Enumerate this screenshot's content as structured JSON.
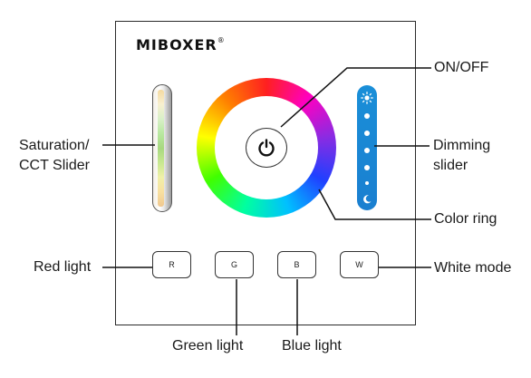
{
  "brand": {
    "name": "MIBOXER",
    "mark": "®"
  },
  "buttons": {
    "red": "R",
    "green": "G",
    "blue": "B",
    "white": "W"
  },
  "labels": {
    "saturation_line1": "Saturation/",
    "saturation_line2": "CCT Slider",
    "on_off": "ON/OFF",
    "dimming_line1": "Dimming",
    "dimming_line2": "slider",
    "color_ring": "Color ring",
    "red_light": "Red light",
    "white_mode": "White mode",
    "green_light": "Green light",
    "blue_light": "Blue light"
  },
  "icons": {
    "power": "power-icon",
    "sun": "sun-icon",
    "moon": "moon-icon"
  },
  "colors": {
    "dimming_slider": "#1a85d4",
    "outline": "#2a2a2a"
  }
}
